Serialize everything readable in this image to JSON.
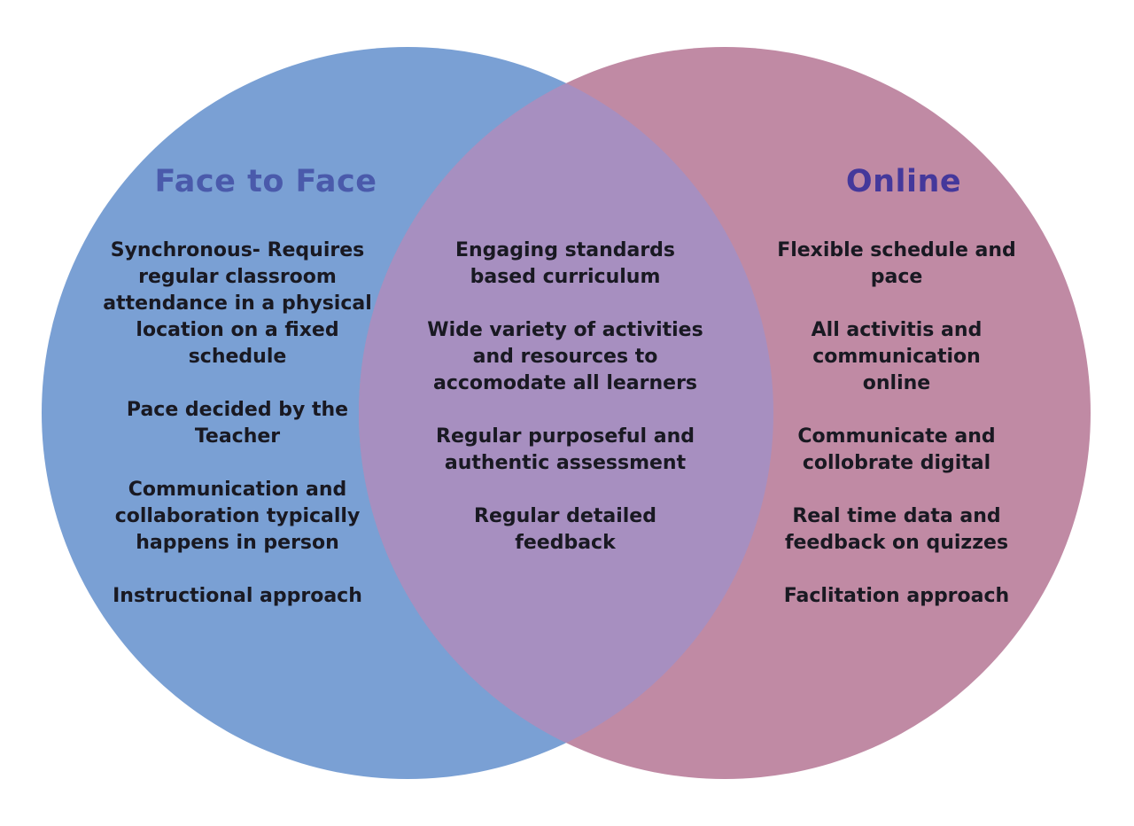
{
  "diagram": {
    "type": "venn",
    "left": {
      "title": "Face to Face",
      "items": [
        "Synchronous- Requires\nregular classroom\nattendance in a physical\nlocation on a fixed\nschedule",
        "Pace decided by the\nTeacher",
        "Communication and\ncollaboration typically\nhappens in person",
        "Instructional approach"
      ]
    },
    "middle": {
      "items": [
        "Engaging standards\nbased curriculum",
        "Wide variety of activities\nand resources to\naccomodate all learners",
        "Regular purposeful and\nauthentic assessment",
        "Regular detailed\nfeedback"
      ]
    },
    "right": {
      "title": "Online",
      "items": [
        "Flexible schedule and\npace",
        "All activitis and\ncommunication\nonline",
        "Communicate and\ncollobrate digital",
        "Real time data and\nfeedback on quizzes",
        "Faclitation approach"
      ]
    }
  },
  "colors": {
    "background": "#ffffff",
    "left_circle": "#7aa0d4",
    "right_circle": "#c08aa4",
    "overlap": "#a78fc0",
    "left_title": "#4a5aab",
    "right_title": "#44389b",
    "body_text": "#191922"
  }
}
